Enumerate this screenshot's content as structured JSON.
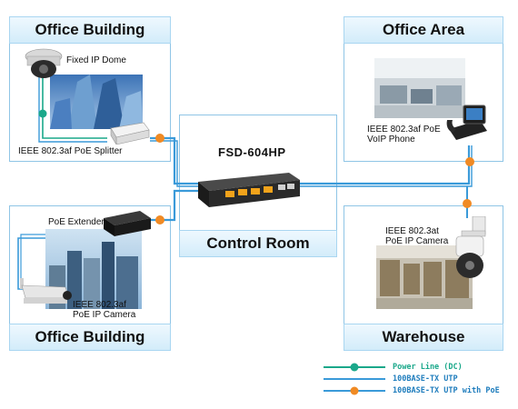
{
  "areas": {
    "top_left": "Office Building",
    "top_right": "Office Area",
    "bottom_left": "Office Building",
    "bottom_right": "Warehouse",
    "center": "Control Room"
  },
  "switch_model": "FSD-604HP",
  "devices": {
    "dome_camera": "Fixed IP Dome",
    "poe_splitter": "IEEE 802.3af PoE Splitter",
    "voip_phone_line1": "IEEE 802.3af PoE",
    "voip_phone_line2": "VoIP Phone",
    "poe_extender": "PoE Extender",
    "bullet_camera_line1": "IEEE 802.3af",
    "bullet_camera_line2": "PoE IP Camera",
    "ptz_camera_line1": "IEEE 802.3at",
    "ptz_camera_line2": "PoE IP Camera"
  },
  "legend": [
    {
      "label": "Power Line (DC)",
      "color": "#1aa88a",
      "badge": "DC"
    },
    {
      "label": "100BASE-TX UTP",
      "color": "#1f7dbd",
      "badge": ""
    },
    {
      "label": "100BASE-TX UTP with PoE",
      "color": "#1f7dbd",
      "badge": "PoE"
    }
  ],
  "colors": {
    "panel_border": "#8fc5e6",
    "utp_line": "#3a9ad9",
    "dc_line": "#1aa88a",
    "poe_badge": "#f08a24"
  }
}
